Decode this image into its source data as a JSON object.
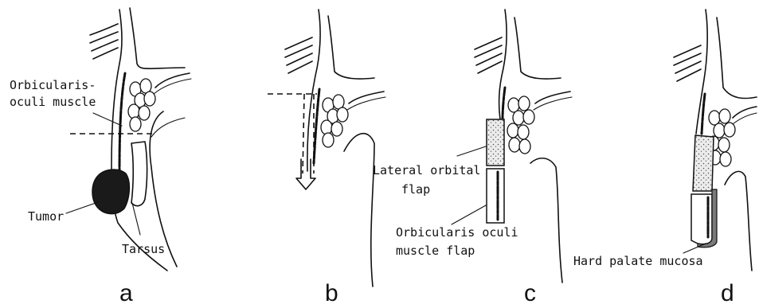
{
  "labels": {
    "orbicularis_line1": "Orbicularis-",
    "orbicularis_line2": "oculi muscle",
    "tumor": "Tumor",
    "tarsus": "Tarsus",
    "lateral_line1": "Lateral orbital",
    "lateral_line2": "flap",
    "oo_flap_line1": "Orbicularis oculi",
    "oo_flap_line2": "muscle flap",
    "hard_palate": "Hard palate mucosa"
  },
  "panels": [
    "a",
    "b",
    "c",
    "d"
  ],
  "colors": {
    "ink": "#111111",
    "tumor": "#1a1a1a",
    "lateral_flap_fill": "#e6e6e6",
    "mucosa_fill": "#7a7a7a"
  }
}
